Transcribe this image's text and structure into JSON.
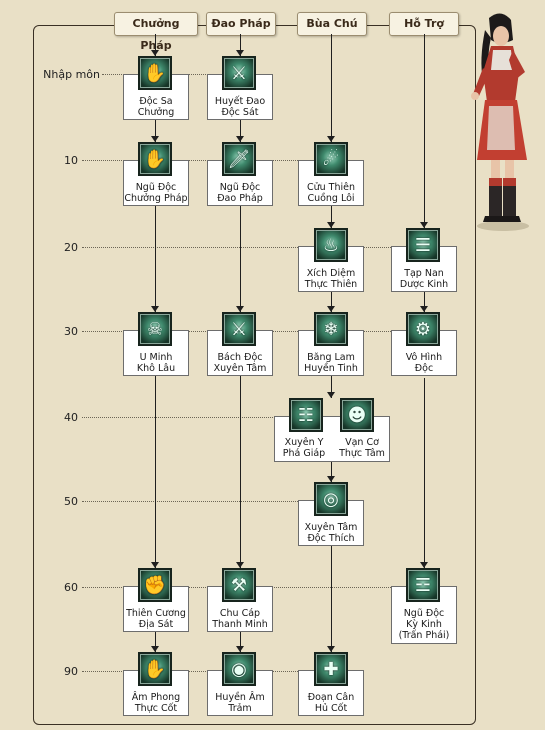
{
  "columns": [
    {
      "label": "Chưởng Pháp"
    },
    {
      "label": "Đao Pháp"
    },
    {
      "label": "Bùa Chú"
    },
    {
      "label": "Hỗ Trợ"
    }
  ],
  "levels": [
    "Nhập môn",
    "10",
    "20",
    "30",
    "40",
    "50",
    "60",
    "90"
  ],
  "skills": {
    "doc_sa_chuong": {
      "line1": "Độc Sa",
      "line2": "Chưởng",
      "icon": "poison-palm-icon"
    },
    "huyet_dao_doc_sat": {
      "line1": "Huyết Đao",
      "line2": "Độc Sát",
      "icon": "blood-blade-icon"
    },
    "ngu_doc_chuong_phap": {
      "line1": "Ngũ Độc",
      "line2": "Chưởng Pháp",
      "icon": "open-hand-icon"
    },
    "ngu_doc_dao_phap": {
      "line1": "Ngũ Độc",
      "line2": "Đao Pháp",
      "icon": "sword-icon"
    },
    "cuu_thien_cuong_loi": {
      "line1": "Cửu Thiên",
      "line2": "Cuồng Lôi",
      "icon": "thunder-flame-icon"
    },
    "xich_diem_thuc_thien": {
      "line1": "Xích Diệm",
      "line2": "Thực Thiên",
      "icon": "flame-icon"
    },
    "tap_nan_duoc_kinh": {
      "line1": "Tạp Nan",
      "line2": "Dược Kinh",
      "icon": "scroll-glyph-icon"
    },
    "u_minh_kho_lau": {
      "line1": "U Minh",
      "line2": "Khô Lâu",
      "icon": "skull-icon"
    },
    "bach_doc_xuyen_tam": {
      "line1": "Bách Độc",
      "line2": "Xuyên Tâm",
      "icon": "crossed-blades-icon"
    },
    "bang_lam_huyen_tinh": {
      "line1": "Băng Lam",
      "line2": "Huyền Tinh",
      "icon": "ice-crystal-icon"
    },
    "vo_hinh_doc": {
      "line1": "Vô Hình",
      "line2": "Độc",
      "icon": "gear-ring-icon"
    },
    "xuyen_y_pha_giap": {
      "line1": "Xuyên Y",
      "line2": "Phá Giáp",
      "icon": "talisman-icon"
    },
    "van_co_thuc_tam": {
      "line1": "Vạn Cơ",
      "line2": "Thực Tâm",
      "icon": "mask-icon"
    },
    "xuyen_tam_doc_thich": {
      "line1": "Xuyên Tâm",
      "line2": "Độc Thích",
      "icon": "spiral-icon"
    },
    "thien_cuong_dia_sat": {
      "line1": "Thiên Cương",
      "line2": "Địa Sát",
      "icon": "claw-icon"
    },
    "chu_cap_thanh_minh": {
      "line1": "Chu Cáp",
      "line2": "Thanh Minh",
      "icon": "saber-icon"
    },
    "ngu_doc_ky_kinh": {
      "line1": "Ngũ Độc",
      "line2": "Kỳ Kinh",
      "line3": "(Trấn Phái)",
      "icon": "rune-script-icon"
    },
    "am_phong_thuc_cot": {
      "line1": "Âm Phong",
      "line2": "Thực Cốt",
      "icon": "bone-hand-icon"
    },
    "huyen_am_tram": {
      "line1": "Huyền Âm",
      "line2": "Trảm",
      "icon": "eye-blade-icon"
    },
    "doan_can_hu_cot": {
      "line1": "Đoạn Cân",
      "line2": "Hủ Cốt",
      "icon": "cross-bone-icon"
    }
  }
}
